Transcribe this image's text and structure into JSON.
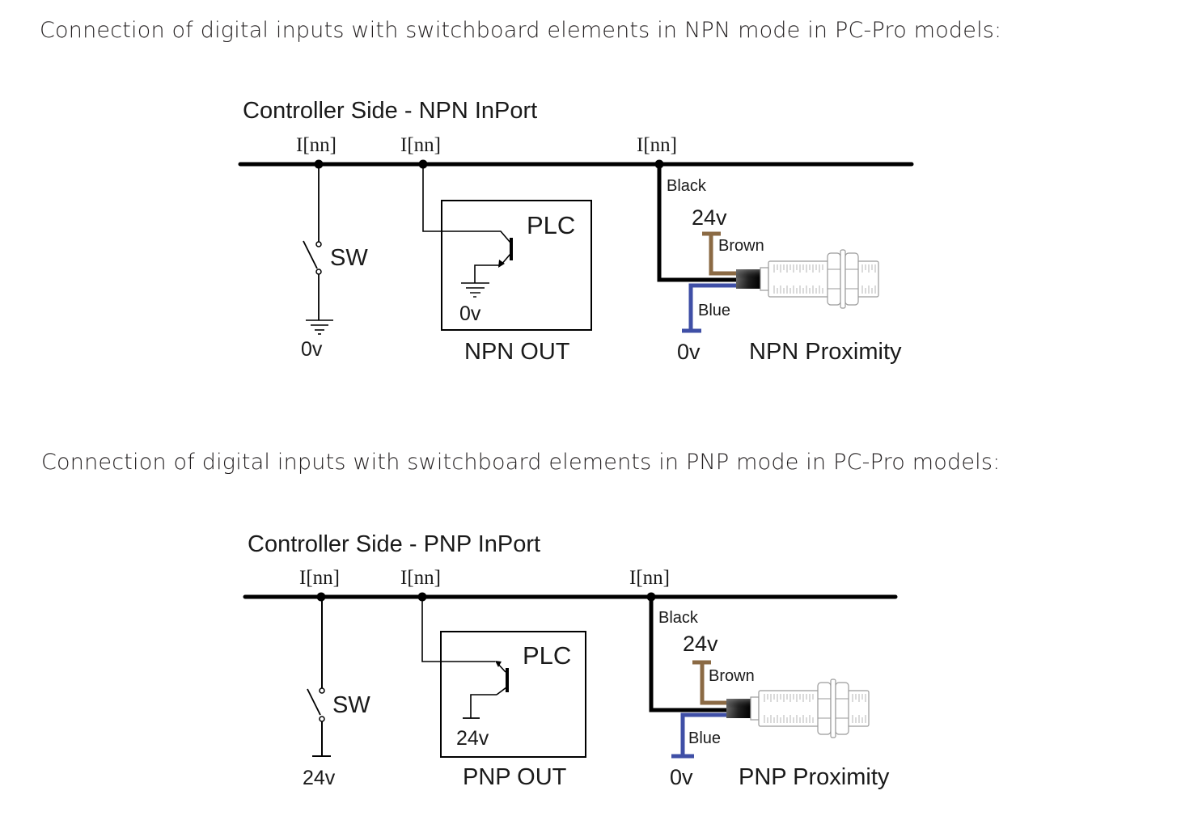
{
  "captions": {
    "npn": "Connection of digital inputs with switchboard elements in NPN mode in PC-Pro models:",
    "pnp": "Connection of digital inputs with switchboard elements in PNP mode in PC-Pro models:"
  },
  "npn_diagram": {
    "title": "Controller Side - NPN InPort",
    "port_labels": [
      "I[nn]",
      "I[nn]",
      "I[nn]"
    ],
    "switch_label": "SW",
    "switch_ref": "0v",
    "plc_label": "PLC",
    "plc_ref": "0v",
    "plc_caption": "NPN OUT",
    "wire_black": "Black",
    "wire_brown": "Brown",
    "wire_blue": "Blue",
    "supply_label": "24v",
    "ground_label": "0v",
    "sensor_caption": "NPN Proximity"
  },
  "pnp_diagram": {
    "title": "Controller Side - PNP InPort",
    "port_labels": [
      "I[nn]",
      "I[nn]",
      "I[nn]"
    ],
    "switch_label": "SW",
    "switch_ref": "24v",
    "plc_label": "PLC",
    "plc_ref": "24v",
    "plc_caption": "PNP OUT",
    "wire_black": "Black",
    "wire_brown": "Brown",
    "wire_blue": "Blue",
    "supply_label": "24v",
    "ground_label": "0v",
    "sensor_caption": "PNP Proximity"
  },
  "colors": {
    "wire_black": "#000000",
    "wire_brown": "#8b6a44",
    "wire_blue": "#3f4fa6",
    "text": "#231f20"
  }
}
